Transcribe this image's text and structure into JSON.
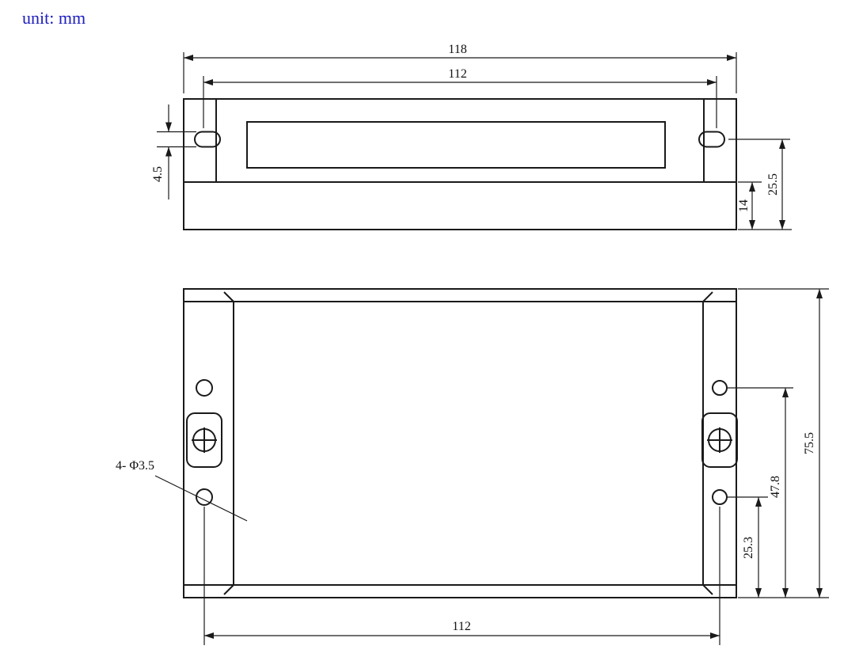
{
  "drawing": {
    "unit_label": "unit: mm",
    "colors": {
      "line": "#1a1a1a",
      "unit_label_blue": "#2020c0",
      "background": "#ffffff"
    },
    "top_view": {
      "dim_overall_width": "118",
      "dim_slot_spacing": "112",
      "dim_slot_width": "4.5",
      "dim_base_height": "14",
      "dim_overall_depth": "25.5"
    },
    "front_view": {
      "hole_callout": "4- Φ3.5",
      "dim_hole_spacing": "112",
      "dim_hole_bottom_offset": "25.3",
      "dim_hole_upper_offset": "47.8",
      "dim_overall_height": "75.5"
    }
  }
}
